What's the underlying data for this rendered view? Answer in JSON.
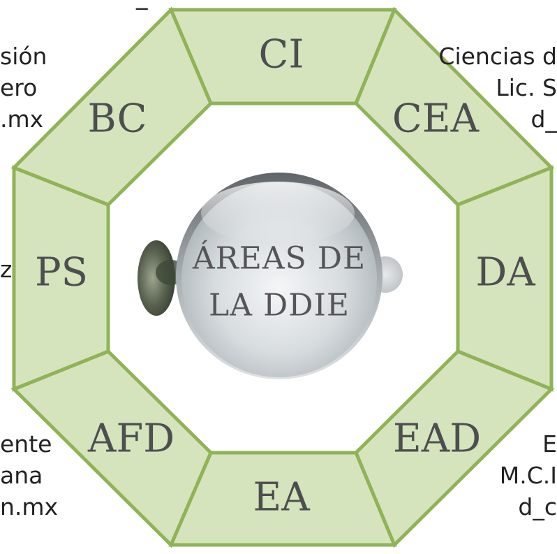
{
  "center": {
    "line1": "ÁREAS DE",
    "line2": "LA DDIE"
  },
  "segments": {
    "top": "CI",
    "top_right": "CEA",
    "right": "DA",
    "bottom_right": "EAD",
    "bottom": "EA",
    "bottom_left": "AFD",
    "left": "PS",
    "top_left": "BC"
  },
  "side_texts": {
    "top_center_fragment": "_",
    "top_left": [
      "sión",
      "ero",
      ".mx"
    ],
    "top_right": [
      "Ciencias d",
      "Lic. S",
      "d_"
    ],
    "left": [
      "z"
    ],
    "bottom_left": [
      "ente",
      "ana",
      "n.mx"
    ],
    "bottom_right": [
      "E",
      "M.C.I",
      "d_c"
    ]
  },
  "colors": {
    "segment_fill": "#d6e4bd",
    "segment_border": "#8fb356",
    "label_text": "#4d4e50",
    "center_ring": "#8a8f93"
  }
}
